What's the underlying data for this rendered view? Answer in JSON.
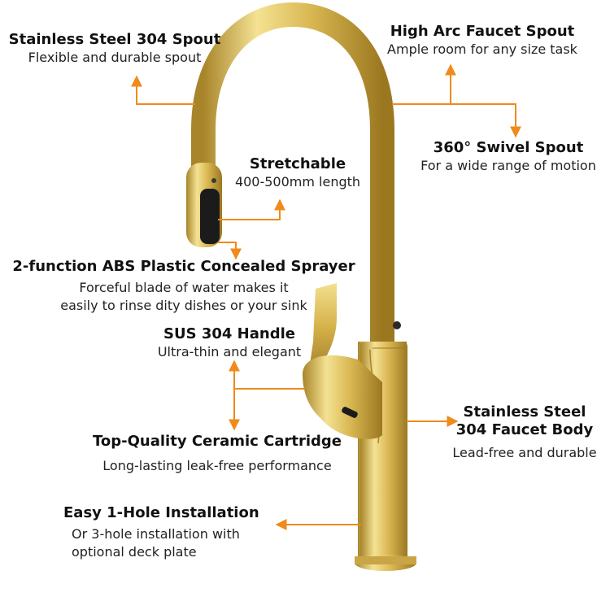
{
  "colors": {
    "arrow": "#f08a1c",
    "gold_light": "#f2dd8a",
    "gold_mid": "#d8b64e",
    "gold_dark": "#9c7a22",
    "sprayer_black": "#1a1a1a"
  },
  "callouts": {
    "spout_304": {
      "title": "Stainless Steel 304 Spout",
      "desc": "Flexible and durable spout"
    },
    "high_arc": {
      "title": "High Arc Faucet Spout",
      "desc": "Ample room for any size task"
    },
    "swivel": {
      "title": "360° Swivel Spout",
      "desc": "For a wide range of motion"
    },
    "stretchable": {
      "title": "Stretchable",
      "desc": "400-500mm length"
    },
    "sprayer": {
      "title": "2-function ABS Plastic Concealed Sprayer",
      "desc_line1": "Forceful blade of water  makes it",
      "desc_line2": "easily to rinse dity dishes or your sink"
    },
    "handle": {
      "title": "SUS 304 Handle",
      "desc": "Ultra-thin and elegant"
    },
    "body": {
      "title_line1": "Stainless Steel",
      "title_line2": "304 Faucet Body",
      "desc": "Lead-free and durable"
    },
    "cartridge": {
      "title": "Top-Quality Ceramic Cartridge",
      "desc": "Long-lasting leak-free performance"
    },
    "installation": {
      "title": "Easy 1-Hole Installation",
      "desc_line1": "Or 3-hole installation with",
      "desc_line2": "optional deck plate"
    }
  }
}
